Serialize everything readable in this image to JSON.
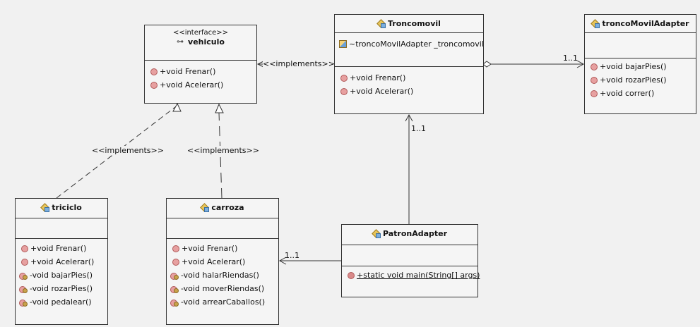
{
  "classes": {
    "vehiculo": {
      "stereotype": "<<interface>>",
      "name": "vehiculo",
      "methods": [
        "+void Frenar()",
        "+void Acelerar()"
      ]
    },
    "troncomovil": {
      "name": "Troncomovil",
      "fields": [
        "~troncoMovilAdapter _troncomovil"
      ],
      "methods": [
        "+void Frenar()",
        "+void Acelerar()"
      ]
    },
    "troncoMovilAdapter": {
      "name": "troncoMovilAdapter",
      "methods": [
        "+void bajarPies()",
        "+void rozarPies()",
        "+void correr()"
      ]
    },
    "triciclo": {
      "name": "triciclo",
      "methods": [
        "+void Frenar()",
        "+void Acelerar()",
        "-void bajarPies()",
        "-void rozarPies()",
        "-void pedalear()"
      ]
    },
    "carroza": {
      "name": "carroza",
      "methods": [
        "+void Frenar()",
        "+void Acelerar()",
        "-void halarRiendas()",
        "-void moverRiendas()",
        "-void arrearCaballos()"
      ]
    },
    "patronAdapter": {
      "name": "PatronAdapter",
      "methods": [
        "+static void main(String[] args)"
      ]
    }
  },
  "relations": {
    "troncomovil_implements": "<<implements>>",
    "triciclo_implements": "<<implements>>",
    "carroza_implements": "<<implements>>",
    "adapter_multiplicity": "1..1",
    "patron_troncomovil_multiplicity": "1..1",
    "patron_carroza_multiplicity": "1..1"
  },
  "icons": {
    "class": "class-icon",
    "interface": "interface-icon",
    "public_method": "public-method-icon",
    "private_method": "private-method-icon",
    "field": "field-icon"
  }
}
